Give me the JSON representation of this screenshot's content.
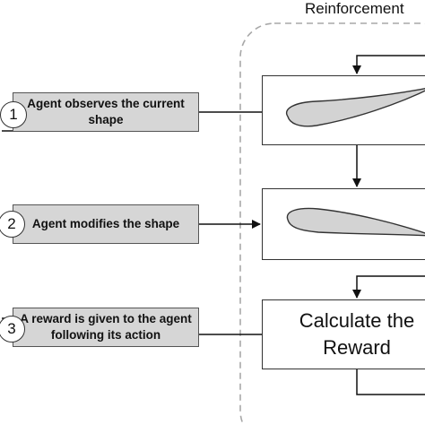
{
  "header": {
    "title": "Reinforcement"
  },
  "steps": [
    {
      "number": "1",
      "label": "Agent observes the current shape"
    },
    {
      "number": "2",
      "label": "Agent modifies the shape"
    },
    {
      "number": "3",
      "label": "A reward is given to the agent following its action"
    }
  ],
  "reward_box": {
    "line1": "Calculate the",
    "line2": "Reward"
  },
  "colors": {
    "step_fill": "#d6d6d6",
    "airfoil_fill": "#d3d3d3",
    "dashed_border": "#a8a8a8"
  }
}
